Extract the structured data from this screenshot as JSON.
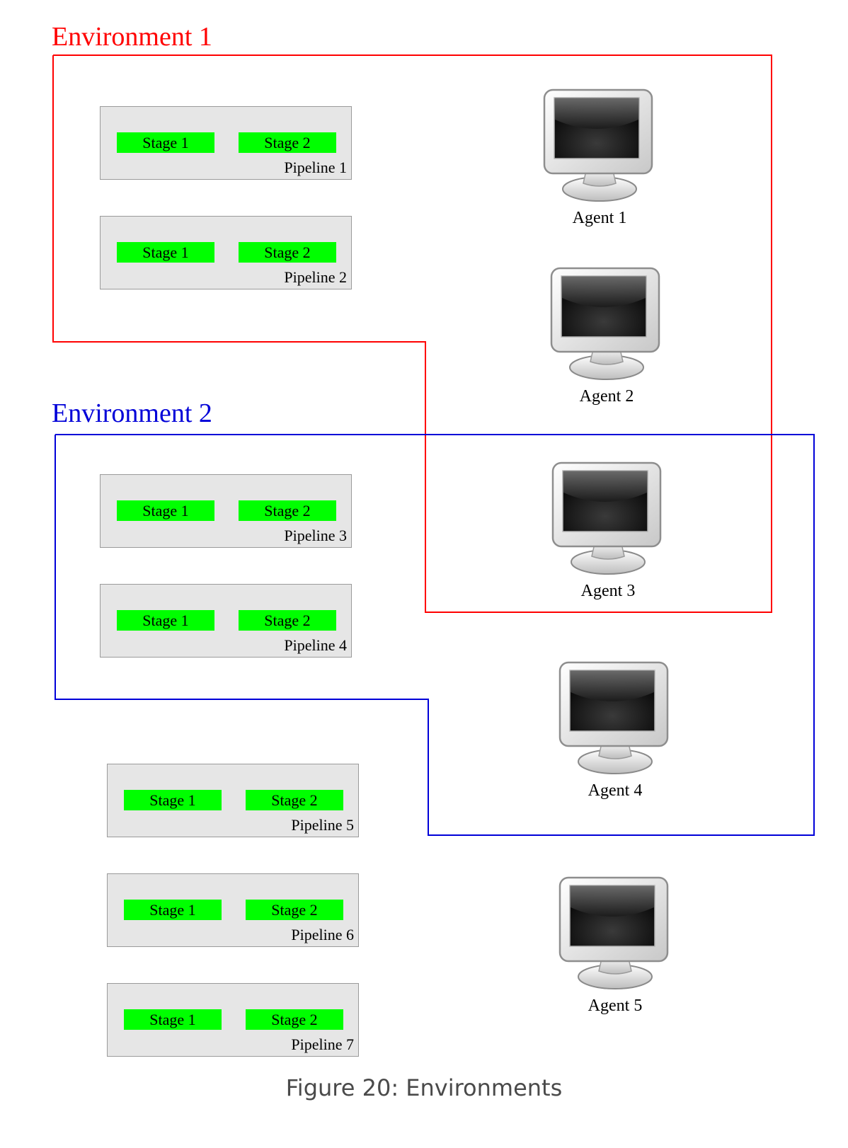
{
  "environments": [
    {
      "title": "Environment 1",
      "color": "#ff0000"
    },
    {
      "title": "Environment 2",
      "color": "#0000d8"
    }
  ],
  "pipelines": [
    {
      "label": "Pipeline 1",
      "stages": [
        "Stage 1",
        "Stage 2"
      ]
    },
    {
      "label": "Pipeline 2",
      "stages": [
        "Stage 1",
        "Stage 2"
      ]
    },
    {
      "label": "Pipeline 3",
      "stages": [
        "Stage 1",
        "Stage 2"
      ]
    },
    {
      "label": "Pipeline 4",
      "stages": [
        "Stage 1",
        "Stage 2"
      ]
    },
    {
      "label": "Pipeline 5",
      "stages": [
        "Stage 1",
        "Stage 2"
      ]
    },
    {
      "label": "Pipeline 6",
      "stages": [
        "Stage 1",
        "Stage 2"
      ]
    },
    {
      "label": "Pipeline 7",
      "stages": [
        "Stage 1",
        "Stage 2"
      ]
    }
  ],
  "agents": [
    {
      "label": "Agent 1",
      "icon": "monitor-icon"
    },
    {
      "label": "Agent 2",
      "icon": "monitor-icon"
    },
    {
      "label": "Agent 3",
      "icon": "monitor-icon"
    },
    {
      "label": "Agent 4",
      "icon": "monitor-icon"
    },
    {
      "label": "Agent 5",
      "icon": "monitor-icon"
    }
  ],
  "colors": {
    "stage": "#00ff00",
    "pipeline_bg": "#e6e6e6"
  },
  "caption": "Figure 20: Environments"
}
